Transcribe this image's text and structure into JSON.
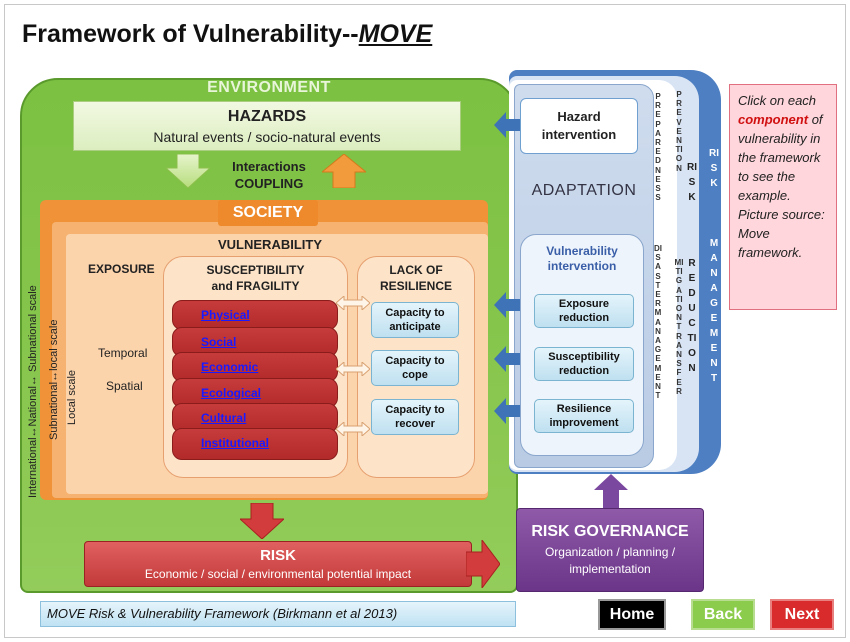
{
  "title": {
    "main": "Framework of Vulnerability--",
    "emph": "MOVE"
  },
  "environment": {
    "label": "ENVIRONMENT",
    "hazards_title": "HAZARDS",
    "hazards_sub": "Natural events / socio-natural events",
    "interactions_1": "Interactions",
    "interactions_2": "COUPLING"
  },
  "society": {
    "label": "SOCIETY",
    "scale_outer": "International↔National↔ Subnational scale",
    "scale_mid": "Subnational↔local scale",
    "scale_inner": "Local scale",
    "vulnerability": "VULNERABILITY",
    "exposure": "EXPOSURE",
    "temporal": "Temporal",
    "spatial": "Spatial",
    "susceptibility_1": "SUSCEPTIBILITY",
    "susceptibility_2": "and FRAGILITY",
    "resilience_1": "LACK OF",
    "resilience_2": "RESILIENCE",
    "components": [
      "Physical",
      "Social",
      "Economic",
      "Ecological",
      "Cultural",
      "Institutional"
    ],
    "capacities": [
      {
        "l1": "Capacity to",
        "l2": "anticipate"
      },
      {
        "l1": "Capacity to",
        "l2": "cope"
      },
      {
        "l1": "Capacity to",
        "l2": "recover"
      }
    ]
  },
  "risk": {
    "title": "RISK",
    "sub": "Economic / social / environmental potential impact"
  },
  "management": {
    "hazard_intervention_1": "Hazard",
    "hazard_intervention_2": "intervention",
    "adaptation": "ADAPTATION",
    "vi_1": "Vulnerability",
    "vi_2": "intervention",
    "interventions": [
      {
        "l1": "Exposure",
        "l2": "reduction"
      },
      {
        "l1": "Susceptibility",
        "l2": "reduction"
      },
      {
        "l1": "Resilience",
        "l2": "improvement"
      }
    ],
    "preparedness": "PREPAREDNESS",
    "disaster_management": "DISASTERMANAGEMENT",
    "prevention": "PREVENTION",
    "mitigation_transfer": "MITIGATIONTRANSFER",
    "risk": "RISK",
    "reduction": "REDUCTION",
    "risk2": "RISK",
    "management_word": "MANAGEMENT"
  },
  "governance": {
    "title": "RISK GOVERNANCE",
    "l1": "Organization / planning /",
    "l2": "implementation"
  },
  "note": {
    "t1": "Click on each",
    "hl": "component",
    "t2": "of vulnerability in the framework to see the example. Picture source: Move framework."
  },
  "caption": "MOVE Risk & Vulnerability Framework (Birkmann et al 2013)",
  "nav": {
    "home": "Home",
    "back": "Back",
    "next": "Next"
  }
}
